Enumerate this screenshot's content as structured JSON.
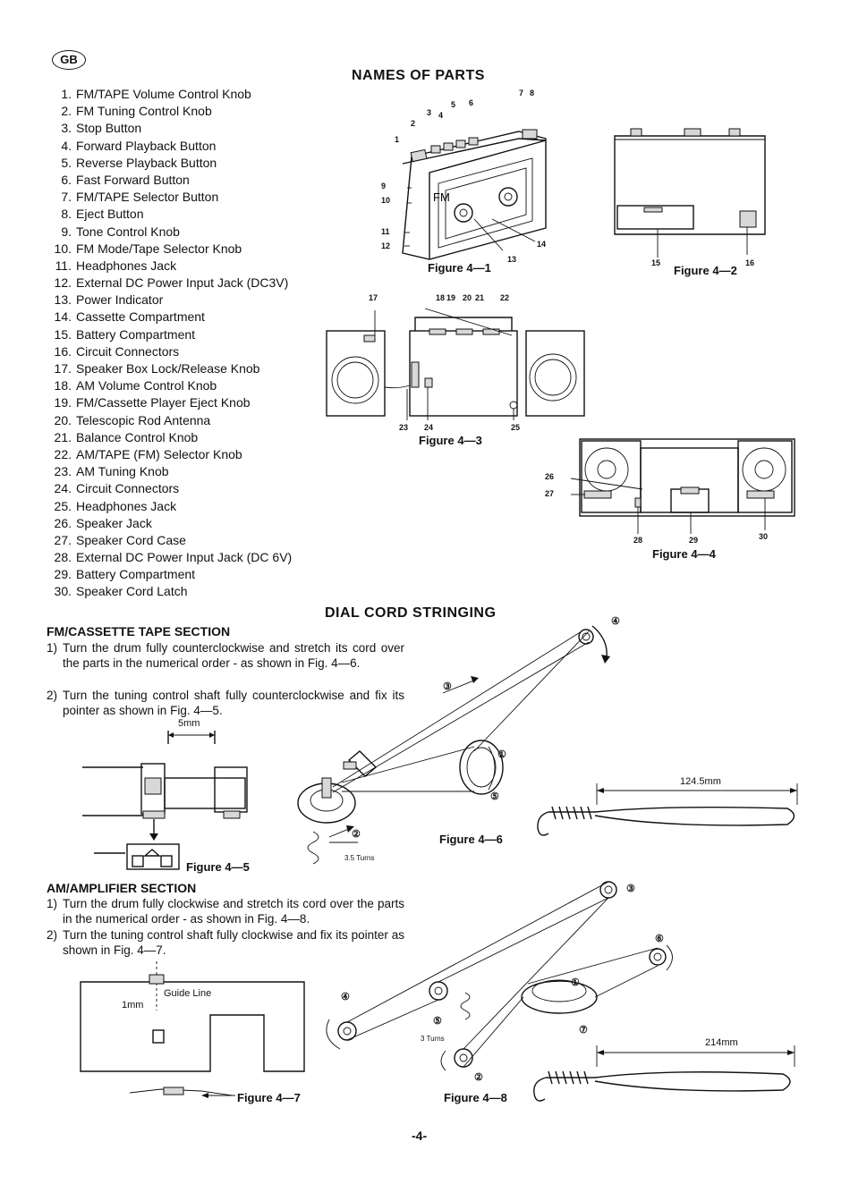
{
  "badge": "GB",
  "names_title": "NAMES OF PARTS",
  "parts": [
    {
      "n": "1.",
      "t": "FM/TAPE Volume Control Knob"
    },
    {
      "n": "2.",
      "t": "FM Tuning Control Knob"
    },
    {
      "n": "3.",
      "t": "Stop Button"
    },
    {
      "n": "4.",
      "t": "Forward Playback Button"
    },
    {
      "n": "5.",
      "t": "Reverse Playback Button"
    },
    {
      "n": "6.",
      "t": "Fast Forward Button"
    },
    {
      "n": "7.",
      "t": "FM/TAPE Selector Button"
    },
    {
      "n": "8.",
      "t": "Eject Button"
    },
    {
      "n": "9.",
      "t": "Tone Control Knob"
    },
    {
      "n": "10.",
      "t": "FM Mode/Tape Selector Knob"
    },
    {
      "n": "11.",
      "t": "Headphones Jack"
    },
    {
      "n": "12.",
      "t": "External DC Power Input Jack (DC3V)"
    },
    {
      "n": "13.",
      "t": "Power Indicator"
    },
    {
      "n": "14.",
      "t": "Cassette Compartment"
    },
    {
      "n": "15.",
      "t": "Battery Compartment"
    },
    {
      "n": "16.",
      "t": "Circuit Connectors"
    },
    {
      "n": "17.",
      "t": "Speaker Box Lock/Release Knob"
    },
    {
      "n": "18.",
      "t": "AM Volume Control Knob"
    },
    {
      "n": "19.",
      "t": "FM/Cassette Player Eject Knob"
    },
    {
      "n": "20.",
      "t": "Telescopic Rod Antenna"
    },
    {
      "n": "21.",
      "t": "Balance Control Knob"
    },
    {
      "n": "22.",
      "t": "AM/TAPE (FM) Selector Knob"
    },
    {
      "n": "23.",
      "t": "AM Tuning Knob"
    },
    {
      "n": "24.",
      "t": "Circuit Connectors"
    },
    {
      "n": "25.",
      "t": "Headphones Jack"
    },
    {
      "n": "26.",
      "t": "Speaker Jack"
    },
    {
      "n": "27.",
      "t": "Speaker Cord Case"
    },
    {
      "n": "28.",
      "t": "External DC Power Input Jack (DC 6V)"
    },
    {
      "n": "29.",
      "t": "Battery Compartment"
    },
    {
      "n": "30.",
      "t": "Speaker Cord Latch"
    }
  ],
  "figures": {
    "f41": "Figure 4—1",
    "f42": "Figure 4—2",
    "f43": "Figure 4—3",
    "f44": "Figure 4—4",
    "f45": "Figure 4—5",
    "f46": "Figure 4—6",
    "f47": "Figure 4—7",
    "f48": "Figure 4—8"
  },
  "callouts": {
    "f41": [
      "1",
      "2",
      "3",
      "4",
      "5",
      "6",
      "7",
      "8",
      "9",
      "10",
      "11",
      "12",
      "13",
      "14"
    ],
    "f42": [
      "15",
      "16"
    ],
    "f43": [
      "17",
      "18",
      "19",
      "20",
      "21",
      "22",
      "23",
      "24",
      "25"
    ],
    "f44": [
      "26",
      "27",
      "28",
      "29",
      "30"
    ]
  },
  "dial_title": "DIAL CORD STRINGING",
  "fm_section": {
    "heading": "FM/CASSETTE TAPE SECTION",
    "step1_num": "1)",
    "step1": "Turn the drum fully counterclockwise and stretch its cord over the parts in the numerical order - as shown in Fig. 4—6.",
    "step2_num": "2)",
    "step2": "Turn the tuning control shaft fully counterclockwise and fix its pointer as shown in Fig. 4—5."
  },
  "am_section": {
    "heading": "AM/AMPLIFIER SECTION",
    "step1_num": "1)",
    "step1": "Turn the drum fully clockwise and stretch its cord over the parts in the numerical order - as shown in Fig. 4—8.",
    "step2_num": "2)",
    "step2": "Turn the tuning control shaft fully clockwise and fix its pointer as shown in Fig. 4—7."
  },
  "dims": {
    "gap": "5mm",
    "turns1": "3.5 Turns",
    "spring1": "124.5mm",
    "guide": "Guide Line",
    "offset": "1mm",
    "turns2": "3 Turns",
    "spring2": "214mm"
  },
  "order_marks": {
    "f46": [
      "①",
      "②",
      "③",
      "④",
      "⑤"
    ],
    "f48": [
      "①",
      "②",
      "③",
      "④",
      "⑤",
      "⑥",
      "⑦"
    ]
  },
  "page_number": "-4-"
}
